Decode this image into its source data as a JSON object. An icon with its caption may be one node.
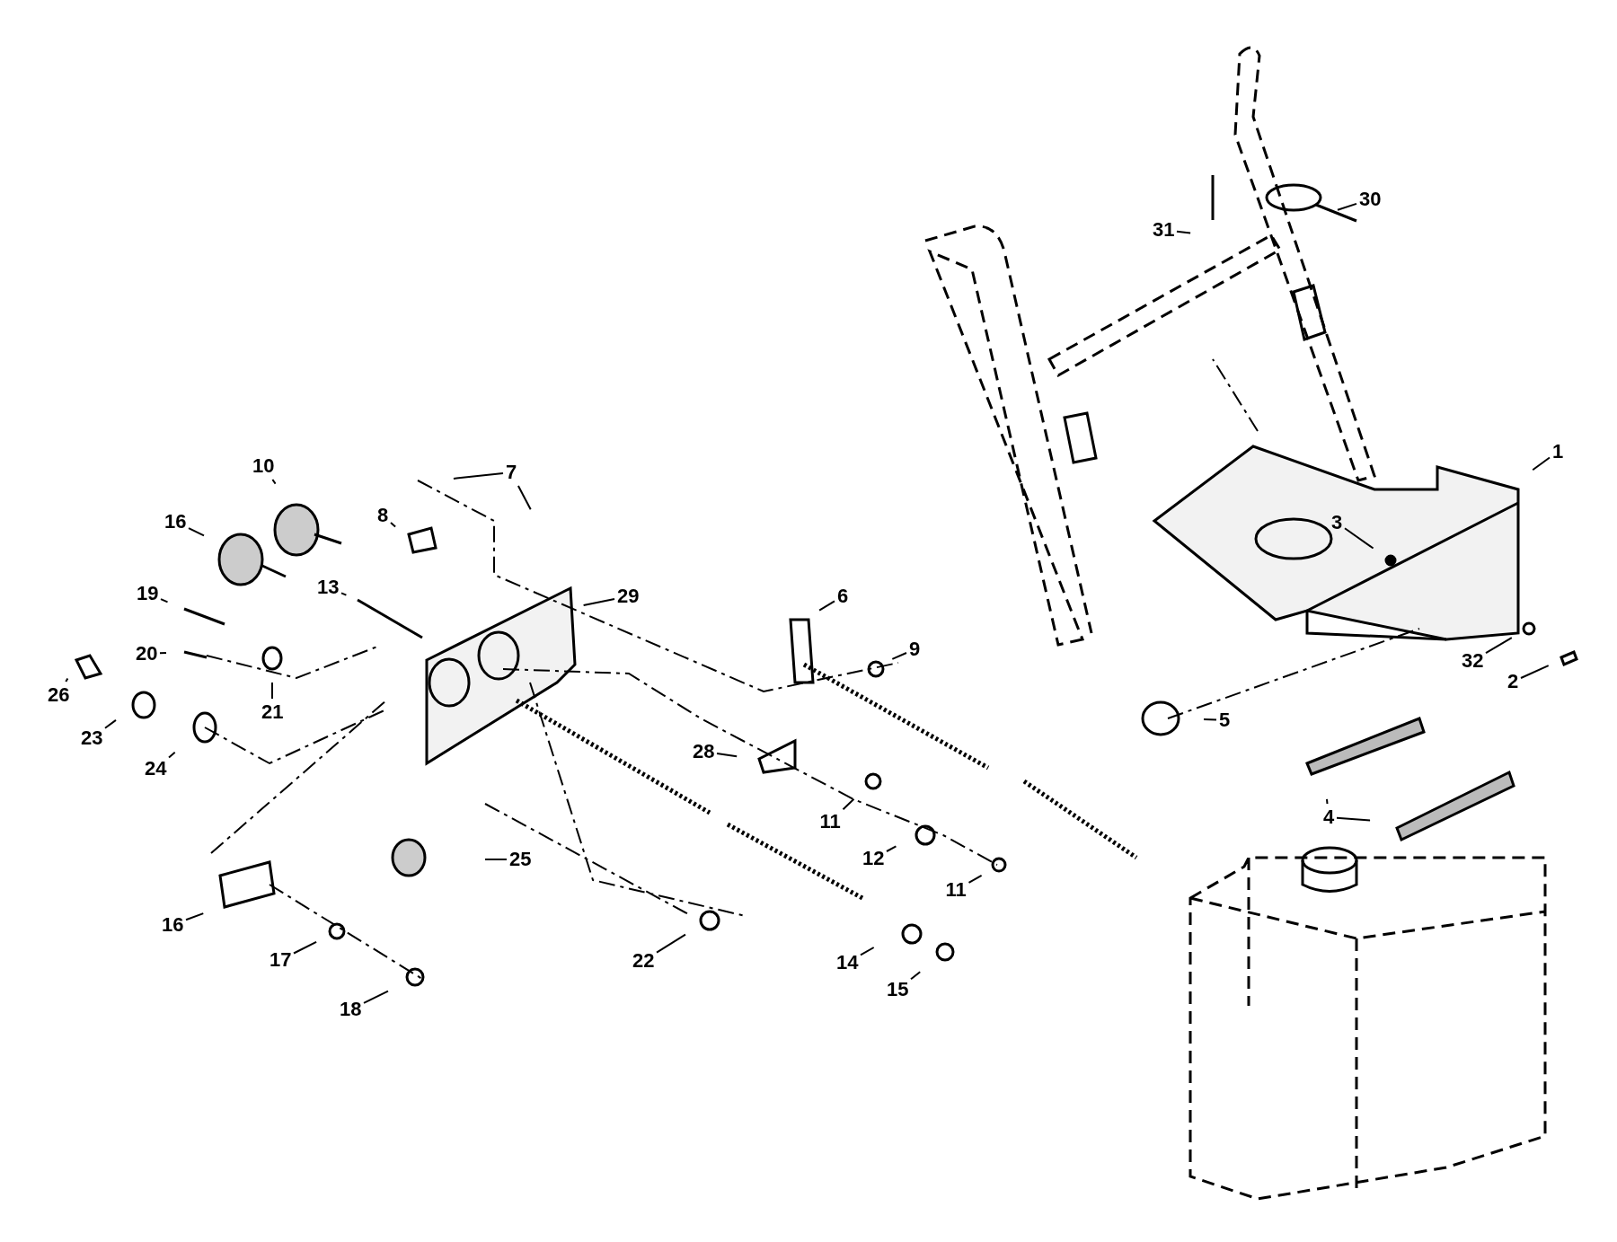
{
  "diagram": {
    "nodes": [
      {
        "text": [
          "30"
        ]
      },
      {
        "text": [
          "31"
        ]
      },
      {
        "text": [
          "1"
        ]
      },
      {
        "text": [
          "10"
        ]
      },
      {
        "text": [
          "7"
        ]
      },
      {
        "text": [
          "8"
        ]
      },
      {
        "text": [
          "16"
        ]
      },
      {
        "text": [
          "3"
        ]
      },
      {
        "text": [
          "6"
        ]
      },
      {
        "text": [
          "13"
        ]
      },
      {
        "text": [
          "19"
        ]
      },
      {
        "text": [
          "29"
        ]
      },
      {
        "text": [
          "20"
        ]
      },
      {
        "text": [
          "9"
        ]
      },
      {
        "text": [
          "32"
        ]
      },
      {
        "text": [
          "2"
        ]
      },
      {
        "text": [
          "26"
        ]
      },
      {
        "text": [
          "21"
        ]
      },
      {
        "text": [
          "5"
        ]
      },
      {
        "text": [
          "23"
        ]
      },
      {
        "text": [
          "28"
        ]
      },
      {
        "text": [
          "24"
        ]
      },
      {
        "text": [
          "4"
        ]
      },
      {
        "text": [
          "11"
        ]
      },
      {
        "text": [
          "25"
        ]
      },
      {
        "text": [
          "12"
        ]
      },
      {
        "text": [
          "11"
        ]
      },
      {
        "text": [
          "16"
        ]
      },
      {
        "text": [
          "22"
        ]
      },
      {
        "text": [
          "14"
        ]
      },
      {
        "text": [
          "17"
        ]
      },
      {
        "text": [
          "15"
        ]
      },
      {
        "text": [
          "18"
        ]
      }
    ],
    "edges": [
      {
        "from": 0,
        "to": null,
        "arrow": "none"
      },
      {
        "from": 1,
        "to": null,
        "arrow": "none"
      },
      {
        "from": 2,
        "to": null,
        "arrow": "none"
      },
      {
        "from": 3,
        "to": null,
        "arrow": "none"
      },
      {
        "from": 4,
        "to": null,
        "arrow": "none"
      },
      {
        "from": 4,
        "to": null,
        "arrow": "none"
      },
      {
        "from": 5,
        "to": null,
        "arrow": "none"
      },
      {
        "from": 6,
        "to": null,
        "arrow": "none"
      },
      {
        "from": 7,
        "to": null,
        "arrow": "none"
      },
      {
        "from": 8,
        "to": null,
        "arrow": "none"
      },
      {
        "from": 9,
        "to": null,
        "arrow": "none"
      },
      {
        "from": 10,
        "to": null,
        "arrow": "none"
      },
      {
        "from": 11,
        "to": null,
        "arrow": "none"
      },
      {
        "from": 12,
        "to": null,
        "arrow": "none"
      },
      {
        "from": 13,
        "to": null,
        "arrow": "none"
      },
      {
        "from": 14,
        "to": null,
        "arrow": "none"
      },
      {
        "from": 15,
        "to": null,
        "arrow": "none"
      },
      {
        "from": 16,
        "to": null,
        "arrow": "none"
      },
      {
        "from": 17,
        "to": null,
        "arrow": "none"
      },
      {
        "from": 18,
        "to": null,
        "arrow": "none"
      },
      {
        "from": 19,
        "to": null,
        "arrow": "none"
      },
      {
        "from": 20,
        "to": null,
        "arrow": "none"
      },
      {
        "from": 21,
        "to": null,
        "arrow": "none"
      },
      {
        "from": 22,
        "to": null,
        "arrow": "none"
      },
      {
        "from": 22,
        "to": null,
        "arrow": "none"
      },
      {
        "from": 23,
        "to": null,
        "arrow": "none"
      },
      {
        "from": 24,
        "to": null,
        "arrow": "none"
      },
      {
        "from": 25,
        "to": null,
        "arrow": "none"
      },
      {
        "from": 26,
        "to": null,
        "arrow": "none"
      },
      {
        "from": 27,
        "to": null,
        "arrow": "none"
      },
      {
        "from": 28,
        "to": null,
        "arrow": "none"
      },
      {
        "from": 29,
        "to": null,
        "arrow": "none"
      },
      {
        "from": 30,
        "to": null,
        "arrow": "none"
      },
      {
        "from": 31,
        "to": null,
        "arrow": "none"
      },
      {
        "from": 32,
        "to": null,
        "arrow": "none"
      }
    ]
  }
}
